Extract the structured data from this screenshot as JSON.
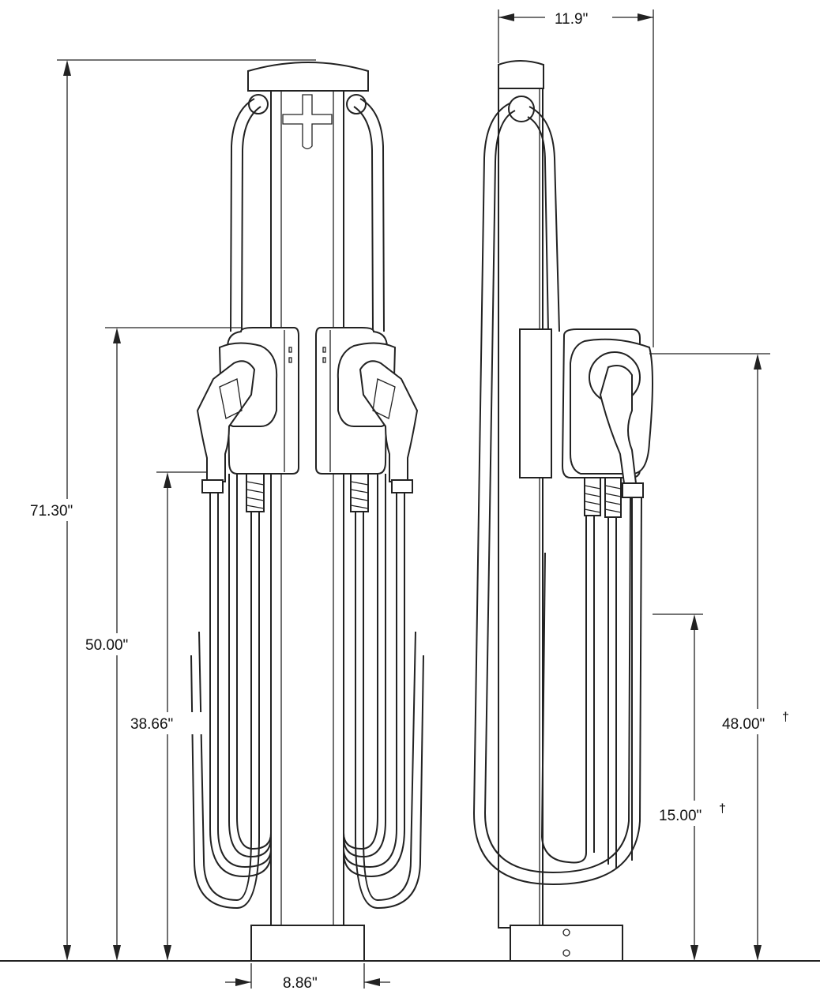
{
  "dimensions": {
    "overall_height": "71.30\"",
    "unit_top_height": "50.00\"",
    "holster_height": "38.66\"",
    "base_width": "8.86\"",
    "side_depth": "11.9\"",
    "side_holster_height": "48.00\"",
    "side_cable_clearance": "15.00\"",
    "dagger": "†"
  },
  "views": [
    "front-view",
    "side-view"
  ],
  "colors": {
    "line": "#222222",
    "background": "#ffffff"
  }
}
